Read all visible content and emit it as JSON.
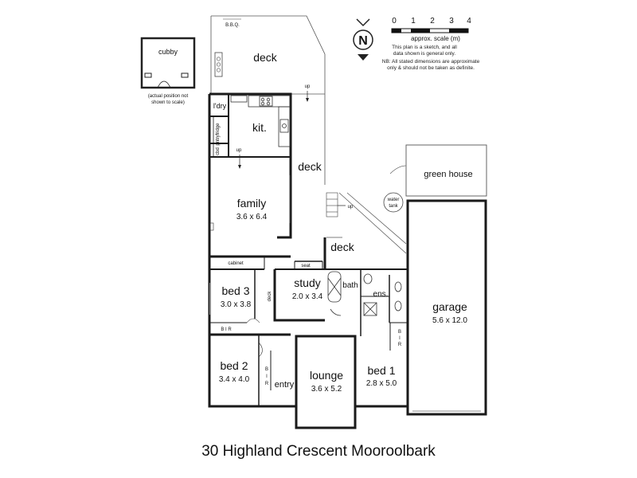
{
  "title": "30 Highland Crescent Mooroolbark",
  "scale": {
    "ticks": [
      "0",
      "1",
      "2",
      "3",
      "4"
    ],
    "label": "approx. scale (m)",
    "note_lines": [
      "This plan is a sketch, and all",
      "data shown is general only.",
      "NB: All stated dimensions are approximate",
      "only & should not be taken as definite."
    ]
  },
  "compass": {
    "letter": "N"
  },
  "cubby": {
    "label": "cubby",
    "note_lines": [
      "(actual position not",
      "shown to scale)"
    ]
  },
  "rooms": {
    "deck_top": "deck",
    "bbq": "B.B.Q.",
    "laundry": "l'dry",
    "fridge": "fridge",
    "pantry": "pntry",
    "cupboard": "cbd",
    "kitchen": "kit.",
    "deck_mid": "deck",
    "family": "family",
    "family_dim": "3.6 x 6.4",
    "cabinet": "cabinet",
    "seat": "seat",
    "deck_lower": "deck",
    "green_house": "green house",
    "water_tank_1": "water",
    "water_tank_2": "tank",
    "bed3": "bed 3",
    "bed3_dim": "3.0 x 3.8",
    "bir_bed3": "B I R",
    "deck_small": "deck",
    "study": "study",
    "study_dim": "2.0 x 3.4",
    "bath": "bath",
    "ensuite": "ens.",
    "garage": "garage",
    "garage_dim": "5.6 x 12.0",
    "bed2": "bed 2",
    "bed2_dim": "3.4 x 4.0",
    "bir_bed2_1": "B",
    "bir_bed2_2": "I",
    "bir_bed2_3": "R",
    "entry": "entry",
    "lounge": "lounge",
    "lounge_dim": "3.6 x 5.2",
    "bed1": "bed 1",
    "bed1_dim": "2.8 x 5.0",
    "bir_bed1_1": "B",
    "bir_bed1_2": "I",
    "bir_bed1_3": "R"
  },
  "arrows": {
    "up_deck": "up",
    "up_kitchen": "up",
    "up_steps": "up"
  }
}
